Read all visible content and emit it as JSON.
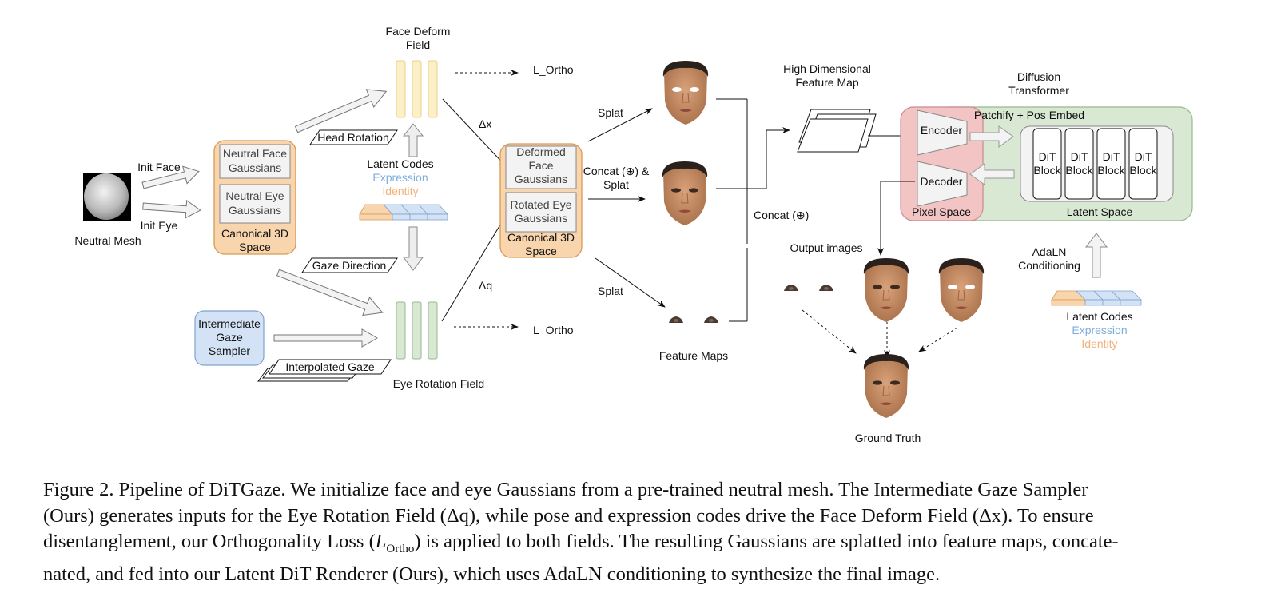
{
  "diagram": {
    "neutral_mesh": {
      "label": "Neutral Mesh",
      "init_face": "Init Face",
      "init_eye": "Init Eye"
    },
    "canonical_left": {
      "items": [
        "Neutral Face|Gaussians",
        "Neutral Eye|Gaussians"
      ],
      "title_line1": "Canonical 3D",
      "title_line2": "Space"
    },
    "head_rotation": "Head Rotation",
    "gaze_direction": "Gaze Direction",
    "interpolated_gaze": "Interpolated Gaze",
    "sampler": {
      "line1": "Intermediate",
      "line2": "Gaze",
      "line3": "Sampler"
    },
    "face_deform_field": {
      "line1": "Face Deform",
      "line2": "Field"
    },
    "eye_rotation_field": "Eye Rotation Field",
    "latent_codes": {
      "title": "Latent Codes",
      "expression": "Expression",
      "identity": "Identity"
    },
    "l_ortho_top": "L_Ortho",
    "l_ortho_bottom": "L_Ortho",
    "delta_x": "Δx",
    "delta_q": "Δq",
    "canonical_mid": {
      "face_line1": "Deformed",
      "face_line2": "Face",
      "face_line3": "Gaussians",
      "eye_line1": "Rotated Eye",
      "eye_line2": "Gaussians",
      "title_line1": "Canonical 3D",
      "title_line2": "Space"
    },
    "splat_top": "Splat",
    "concat_splat_line1": "Concat (⊕) &",
    "concat_splat_line2": "Splat",
    "splat_bottom": "Splat",
    "feature_maps": "Feature Maps",
    "concat": "Concat (⊕)",
    "high_dim": {
      "line1": "High Dimensional",
      "line2": "Feature Map"
    },
    "diffusion_transformer": {
      "line1": "Diffusion",
      "line2": "Transformer"
    },
    "encoder": "Encoder",
    "decoder": "Decoder",
    "pixel_space": "Pixel Space",
    "patchify": "Patchify + Pos Embed",
    "dit_block_line1": "DiT",
    "dit_block_line2": "Block",
    "latent_space": "Latent Space",
    "adaln": {
      "line1": "AdaLN",
      "line2": "Conditioning"
    },
    "latent_codes_right": {
      "title": "Latent Codes",
      "expression": "Expression",
      "identity": "Identity"
    },
    "output_images": "Output images",
    "ground_truth": "Ground Truth",
    "colors": {
      "orange_fill": "#f8d5ad",
      "orange_stroke": "#d79b54",
      "yellow_fill": "#fdf0c7",
      "yellow_stroke": "#e8cf8b",
      "green_fill": "#d8e8d3",
      "green_stroke": "#94b98c",
      "blue_fill": "#d3e2f4",
      "blue_stroke": "#7fa3cf",
      "red_fill": "#f2c4c4",
      "red_stroke": "#c98b8b",
      "expression_text": "#7eaedb",
      "identity_text": "#f0b27a",
      "skin": "#c48a5e",
      "hair": "#2a211d"
    }
  },
  "caption": {
    "line1": "Figure 2.  Pipeline of DiTGaze.  We initialize face and eye Gaussians from a pre-trained neutral mesh.  The Intermediate Gaze Sampler",
    "line2": "(Ours) generates inputs for the Eye Rotation Field (Δq), while pose and expression codes drive the Face Deform Field (Δx).  To ensure",
    "line3a": "disentanglement, our Orthogonality Loss (",
    "line3_sym": "L",
    "line3_sub": "Ortho",
    "line3b": ") is applied to both fields. The resulting Gaussians are splatted into feature maps, concate-",
    "line4": "nated, and fed into our Latent DiT Renderer (Ours), which uses AdaLN conditioning to synthesize the final image."
  }
}
